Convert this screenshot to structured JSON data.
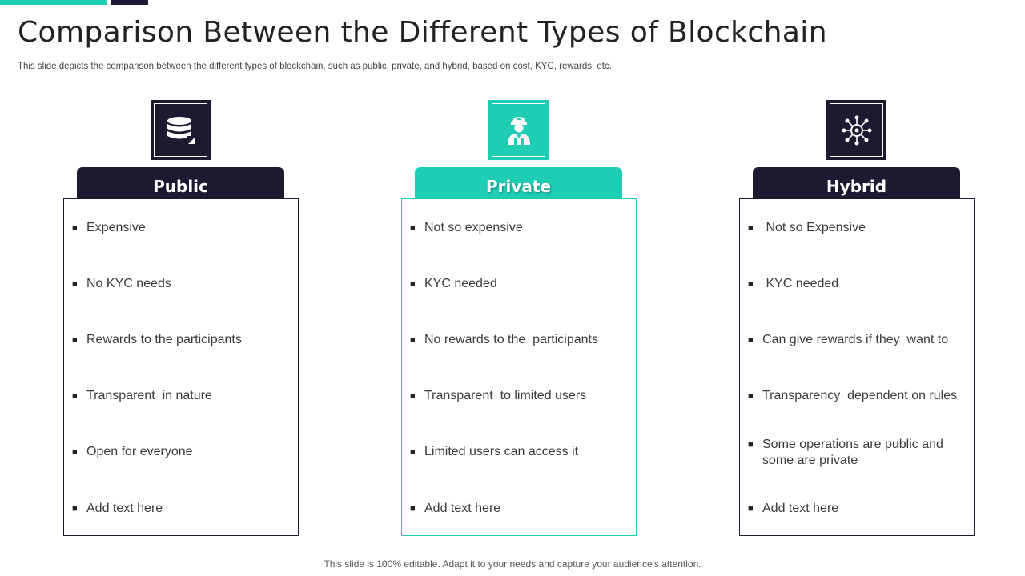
{
  "title": "Comparison Between the Different Types of Blockchain",
  "subtitle": "This slide depicts the comparison between the different types of blockchain, such as public, private, and hybrid,  based on cost, KYC,  rewards, etc.",
  "colors": {
    "dark": "#1b1a30",
    "teal": "#1ecdb3"
  },
  "columns": [
    {
      "heading": "Public",
      "icon": "database-icon",
      "items": [
        "Expensive",
        "No KYC needs",
        "Rewards to the participants",
        "Transparent  in nature",
        "Open for everyone",
        "Add text here"
      ]
    },
    {
      "heading": "Private",
      "icon": "worker-icon",
      "items": [
        "Not so expensive",
        "KYC needed",
        "No rewards to the  participants",
        "Transparent  to limited users",
        "Limited users can access it",
        "Add text here"
      ]
    },
    {
      "heading": "Hybrid",
      "icon": "network-hub-icon",
      "items": [
        " Not so Expensive",
        " KYC needed",
        "Can give rewards if they  want to",
        "Transparency  dependent on rules",
        "Some operations are public and some are private",
        "Add text here"
      ]
    }
  ],
  "footer": "This slide is 100% editable. Adapt it to your needs and capture your audience's attention."
}
